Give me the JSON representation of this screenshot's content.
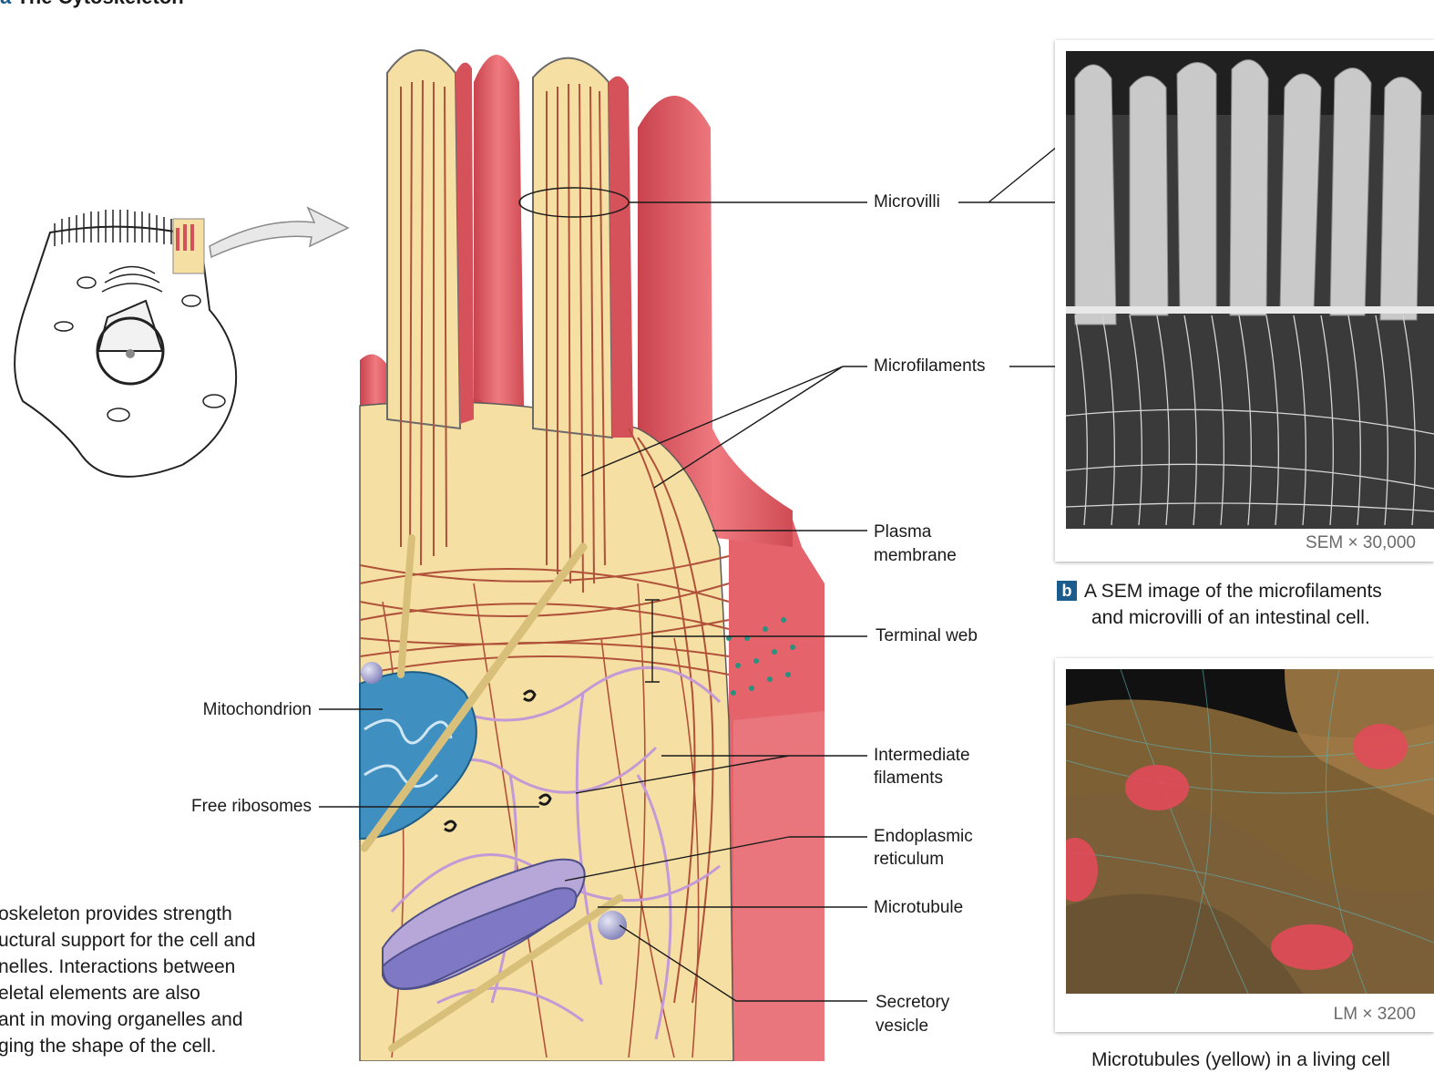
{
  "figure": {
    "title": "The Cytoskeleton"
  },
  "labels": {
    "microvilli": "Microvilli",
    "microfilaments": "Microfilaments",
    "plasma_membrane_1": "Plasma",
    "plasma_membrane_2": "membrane",
    "terminal_web": "Terminal web",
    "intermediate_1": "Intermediate",
    "intermediate_2": "filaments",
    "er_1": "Endoplasmic",
    "er_2": "reticulum",
    "microtubule": "Microtubule",
    "secretory_1": "Secretory",
    "secretory_2": "vesicle",
    "mitochondrion": "Mitochondrion",
    "free_ribosomes": "Free ribosomes"
  },
  "description": {
    "lines": [
      "oskeleton provides strength",
      "uctural support for the cell and",
      "nelles. Interactions between",
      "eletal elements are also",
      "ant in moving organelles and",
      "ging the shape of the cell."
    ]
  },
  "panel_b": {
    "letter": "b",
    "scale": "SEM × 30,000",
    "caption_1": "A SEM image of the microfilaments",
    "caption_2": "and microvilli of an intestinal cell."
  },
  "panel_c": {
    "scale": "LM × 3200",
    "caption_1": "Microtubules (yellow) in a living cell"
  },
  "colors": {
    "cytoplasm": "#f6dfa3",
    "membrane_red": "#e2575f",
    "filament_brown": "#b0523a",
    "intermediate_purple": "#c49ad6",
    "mitochondrion_blue": "#3f8fc0",
    "caption_box": "#1b5c8c"
  }
}
